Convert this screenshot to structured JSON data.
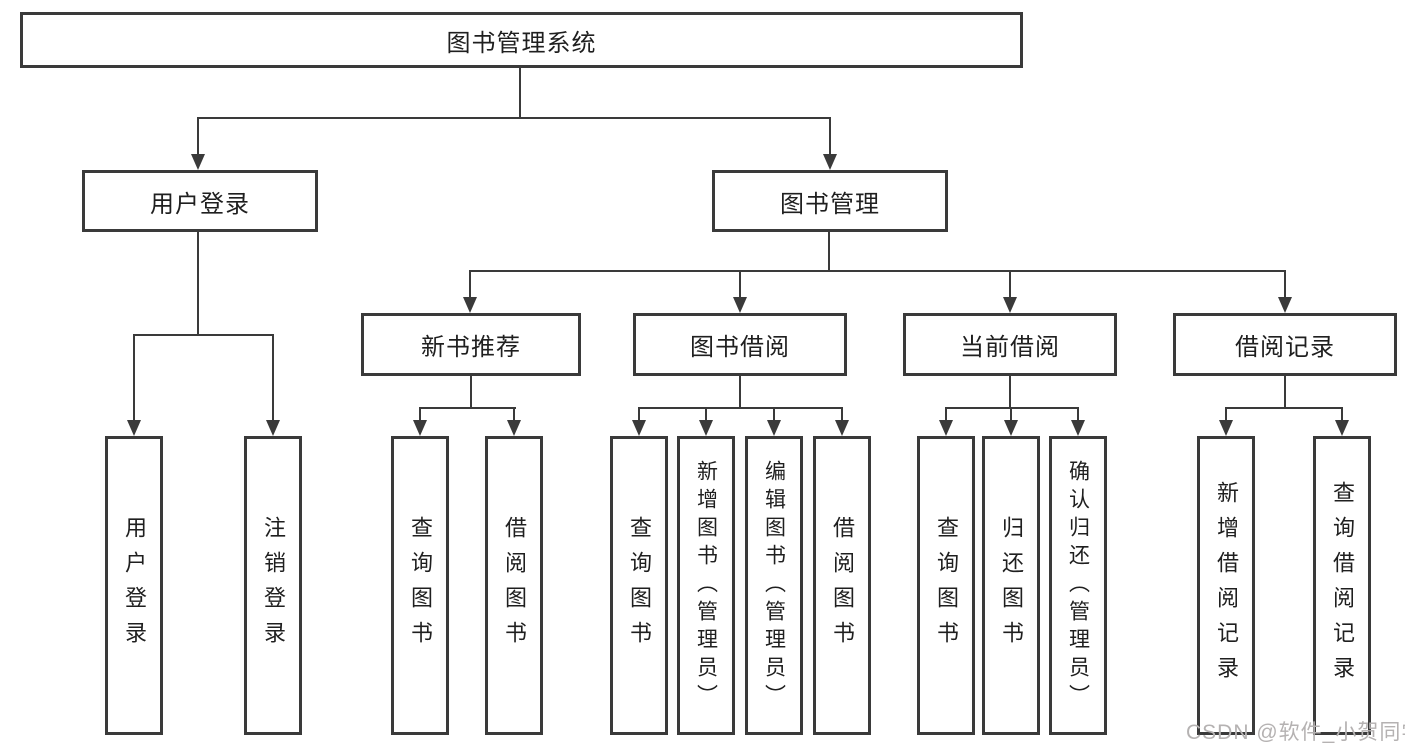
{
  "tree": {
    "root": {
      "label": "图书管理系统"
    },
    "branches": [
      {
        "label": "用户登录",
        "children": [
          {
            "label": "用户登录"
          },
          {
            "label": "注销登录"
          }
        ]
      },
      {
        "label": "图书管理",
        "children": [
          {
            "label": "新书推荐",
            "children": [
              {
                "label": "查询图书"
              },
              {
                "label": "借阅图书"
              }
            ]
          },
          {
            "label": "图书借阅",
            "children": [
              {
                "label": "查询图书"
              },
              {
                "label": "新增图书（管理员）"
              },
              {
                "label": "编辑图书（管理员）"
              },
              {
                "label": "借阅图书"
              }
            ]
          },
          {
            "label": "当前借阅",
            "children": [
              {
                "label": "查询图书"
              },
              {
                "label": "归还图书"
              },
              {
                "label": "确认归还（管理员）"
              }
            ]
          },
          {
            "label": "借阅记录",
            "children": [
              {
                "label": "新增借阅记录"
              },
              {
                "label": "查询借阅记录"
              }
            ]
          }
        ]
      }
    ]
  },
  "watermark": {
    "text": "CSDN @软件_小贺同学"
  },
  "colors": {
    "line": "#3a3a3a",
    "text": "#1f1f1f",
    "bg": "#ffffff",
    "watermark": "#b5b2b2"
  }
}
